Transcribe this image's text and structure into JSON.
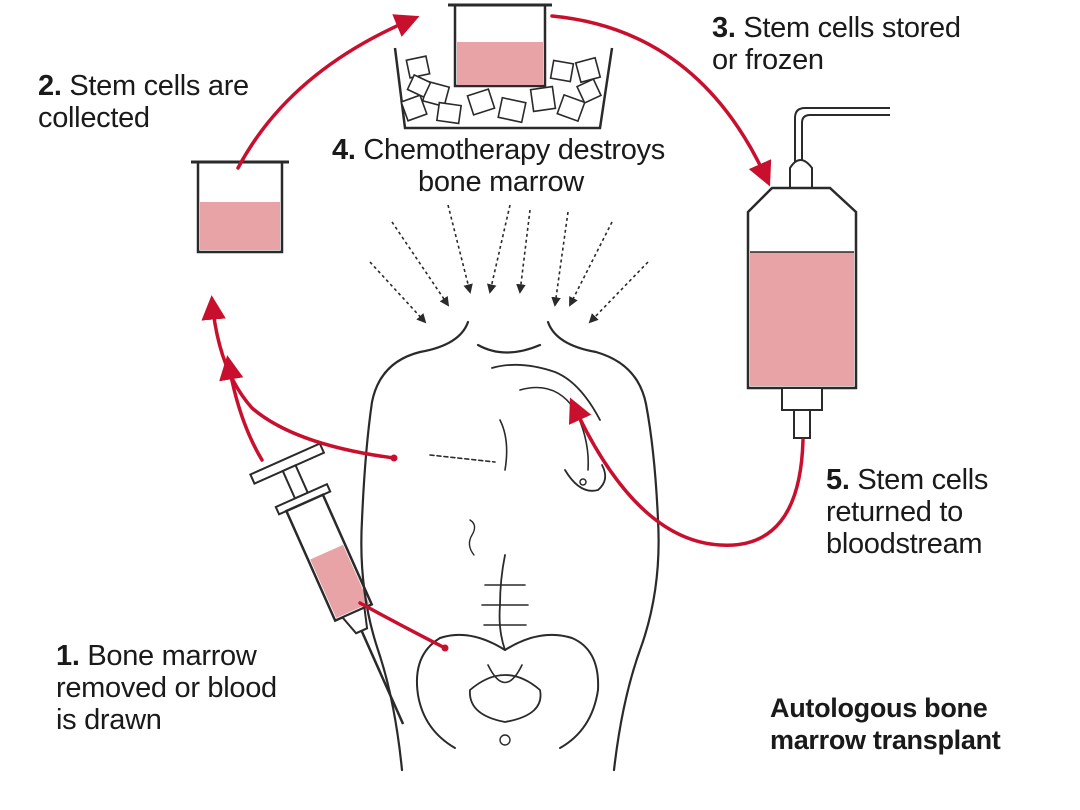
{
  "colors": {
    "accent_red": "#c8102e",
    "fluid_pink": "#e8a3a6",
    "outline": "#2a2a2a"
  },
  "steps": [
    {
      "number": "1.",
      "lines": [
        "Bone marrow",
        "removed or blood",
        "is drawn"
      ]
    },
    {
      "number": "2.",
      "lines": [
        "Stem cells are",
        "collected"
      ]
    },
    {
      "number": "3.",
      "lines": [
        "Stem cells stored",
        "or frozen"
      ]
    },
    {
      "number": "4.",
      "lines": [
        "Chemotherapy destroys",
        "bone marrow"
      ]
    },
    {
      "number": "5.",
      "lines": [
        "Stem cells",
        "returned to",
        "bloodstream"
      ]
    }
  ],
  "title": {
    "lines": [
      "Autologous bone",
      "marrow transplant"
    ]
  }
}
